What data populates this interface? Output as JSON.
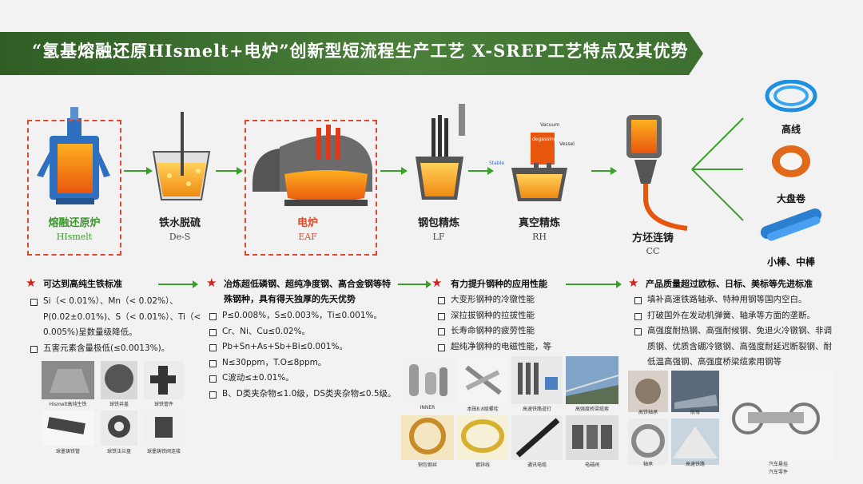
{
  "title": "“氢基熔融还原HIsmelt+电炉”创新型短流程生产工艺 X-SREP工艺特点及其优势",
  "colors": {
    "banner": "#3d7030",
    "accent_red": "#d0231b",
    "arrow_green": "#3aa02a",
    "dash_red": "#e04a2a"
  },
  "processes": [
    {
      "name": "熔融还原炉",
      "abbr": "HIsmelt"
    },
    {
      "name": "铁水脱硫",
      "abbr": "De-S"
    },
    {
      "name": "电炉",
      "abbr": "EAF"
    },
    {
      "name": "钢包精炼",
      "abbr": "LF"
    },
    {
      "name": "真空精炼",
      "abbr": "RH"
    },
    {
      "name": "方坯连铸",
      "abbr": "CC"
    }
  ],
  "rh_labels": {
    "vacuum": "Vacuum",
    "degassing": "degassing",
    "vessel": "Vessel",
    "stable": "Stable"
  },
  "products": [
    "高线",
    "大盘卷",
    "小棒、中棒"
  ],
  "features": [
    {
      "heading": "可达到高纯生铁标准",
      "items": [
        "Si（< 0.01%）、Mn（< 0.02%）、P(0.02±0.01%)、S（< 0.01%）、Ti（< 0.005%)呈数量级降低。",
        "五害元素含量极低(≤0.0013%)。"
      ],
      "captions": [
        "Hismelt高纯生铁",
        "球铁井盖",
        "球铁管件",
        "球墨铸铁管",
        "球铁法兰盘",
        "球墨铸铁阀连接"
      ]
    },
    {
      "heading": "冶炼超低磷钢、超纯净度钢、高合金钢等特殊钢种，具有得天独厚的先天优势",
      "items": [
        "P≤0.008%，S≤0.003%，Ti≤0.001%。",
        "Cr、Ni、Cu≤0.02%。",
        "Pb+Sn+As+Sb+Bi≤0.001%。",
        "N≤30ppm，T.O≤8ppm。",
        "C波动≤±0.01%。",
        "B、D类夹杂物≤1.0级，DS类夹杂物≤0.5级。"
      ]
    },
    {
      "heading": "有力提升钢种的应用性能",
      "items": [
        "大变形钢种的冷镦性能",
        "深拉拔钢种的拉拔性能",
        "长寿命钢种的疲劳性能",
        "超纯净钢种的电磁性能，等"
      ],
      "captions": [
        "INNER",
        "本田8.8级螺栓",
        "高速铁路道钉",
        "高强度桥梁缆索",
        "铜包钢丝",
        "镀锌线",
        "通讯电缆",
        "电磁阀"
      ]
    },
    {
      "heading": "产品质量超过欧标、日标、美标等先进标准",
      "items": [
        "填补高速铁路轴承、特种用钢等国内空白。",
        "打破国外在发动机弹簧、轴承等方面的垄断。",
        "高强度耐热钢、高强耐候钢、免退火冷镦钢、非调质钢、优质含硼冷镦钢、高强度耐延迟断裂钢、耐低温高强钢、高强度桥梁缆索用钢等"
      ],
      "captions": [
        "高铁轴承",
        "航母",
        "汽车悬挂",
        "轴承",
        "高速铁路",
        "汽车零件"
      ]
    }
  ]
}
